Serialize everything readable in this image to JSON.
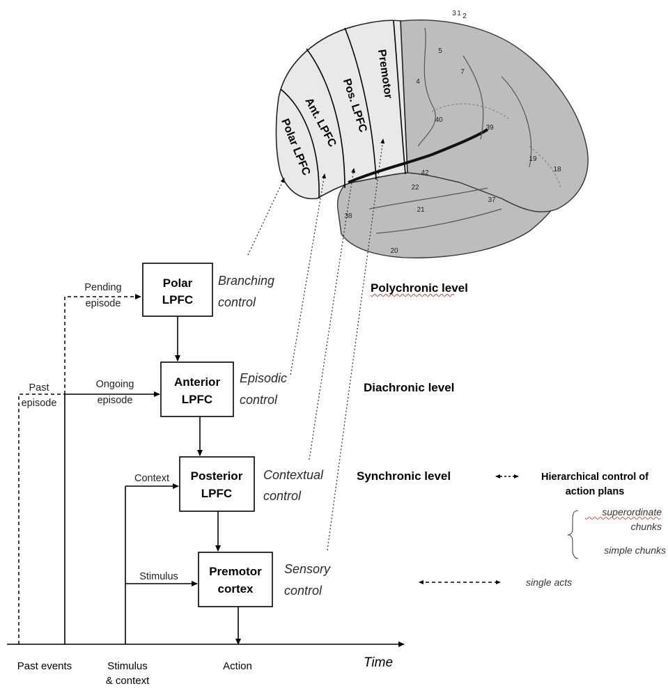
{
  "brain": {
    "regions": [
      "Polar LPFC",
      "Ant. LPFC",
      "Pos. LPFC",
      "Premotor"
    ],
    "area_numbers": [
      "3",
      "1",
      "2",
      "5",
      "7",
      "4",
      "40",
      "39",
      "19",
      "18",
      "42",
      "22",
      "21",
      "37",
      "38",
      "20"
    ]
  },
  "boxes": {
    "polar": [
      "Polar",
      "LPFC"
    ],
    "anterior": [
      "Anterior",
      "LPFC"
    ],
    "posterior": [
      "Posterior",
      "LPFC"
    ],
    "premotor": [
      "Premotor",
      "cortex"
    ]
  },
  "controls": {
    "branching": [
      "Branching",
      "control"
    ],
    "episodic": [
      "Episodic",
      "control"
    ],
    "contextual": [
      "Contextual",
      "control"
    ],
    "sensory": [
      "Sensory",
      "control"
    ]
  },
  "inputs": {
    "pending": [
      "Pending",
      "episode"
    ],
    "past": [
      "Past",
      "episode"
    ],
    "ongoing": [
      "Ongoing",
      "episode"
    ],
    "context": "Context",
    "stimulus": "Stimulus"
  },
  "axis": {
    "time": "Time",
    "past_events": "Past events",
    "stimulus_context": [
      "Stimulus",
      "& context"
    ],
    "action": "Action"
  },
  "levels": {
    "polychronic": "Polychronic level",
    "diachronic": "Diachronic level",
    "synchronic": "Synchronic level"
  },
  "hierarchy": {
    "title": [
      "Hierarchical control of",
      "action plans"
    ],
    "superordinate": [
      "superordinate",
      "chunks"
    ],
    "simple": "simple chunks",
    "single": "single acts"
  }
}
